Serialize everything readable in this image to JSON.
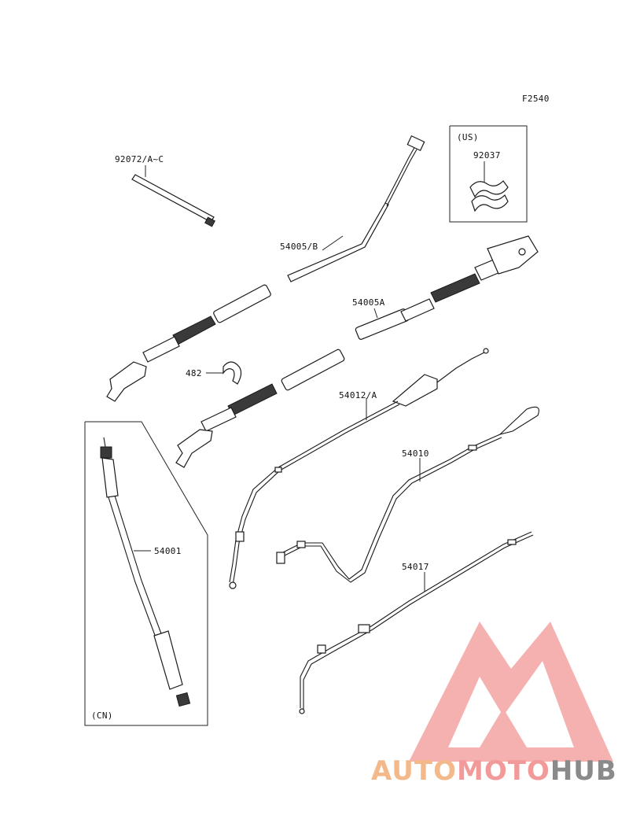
{
  "figure_code": "F2540",
  "boxes": {
    "us_label": "(US)",
    "cn_label": "(CN)"
  },
  "parts": [
    {
      "id": "92072",
      "label": "92072/A~C"
    },
    {
      "id": "92037",
      "label": "92037"
    },
    {
      "id": "54005B",
      "label": "54005/B"
    },
    {
      "id": "54005A",
      "label": "54005A"
    },
    {
      "id": "482",
      "label": "482"
    },
    {
      "id": "54012A",
      "label": "54012/A"
    },
    {
      "id": "54010",
      "label": "54010"
    },
    {
      "id": "54001",
      "label": "54001"
    },
    {
      "id": "54017",
      "label": "54017"
    }
  ],
  "watermark": {
    "part1": "AUTO",
    "part2": "MOTO",
    "part3": "HUB",
    "colors": {
      "auto": "#f3b98a",
      "moto": "#f29a9a",
      "hub": "#8a8a8a",
      "logo": "#f4a3a3"
    }
  }
}
